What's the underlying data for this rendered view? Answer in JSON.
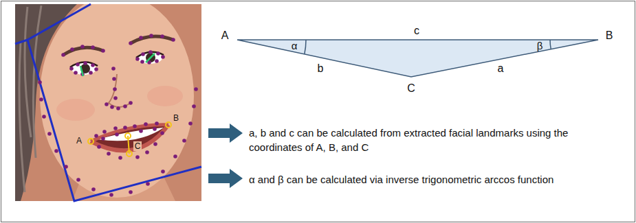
{
  "diagram": {
    "labels": [
      "A",
      "B",
      "C",
      "A",
      "c",
      "B",
      "α",
      "β",
      "b",
      "a",
      "C",
      "a, b and c can be calculated from extracted facial landmarks using the coordinates of A, B, and C",
      "α and β can be calculated via inverse trigonometric arccos function"
    ]
  }
}
